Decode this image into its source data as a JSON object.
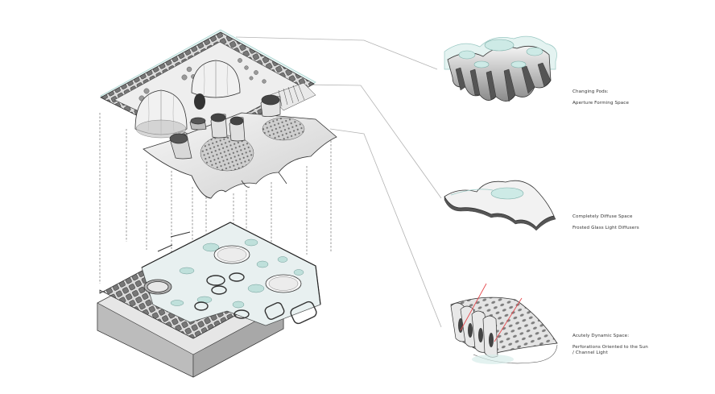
{
  "labels": {
    "pods": {
      "heading": "Changing Pods:",
      "subheading": "Aperture Forming Space"
    },
    "diffuse": {
      "heading": "Completely Diffuse Space",
      "subheading": "Frosted Glass Light Diffusers"
    },
    "dynamic": {
      "heading": "Acutely Dynamic Space:",
      "subheading_line1": "Perforations Oriented to the Sun",
      "subheading_line2": "/ Channel Light"
    }
  },
  "colors": {
    "stroke": "#3a3a3a",
    "fill_light": "#eeeeee",
    "fill_mid": "#cfcfcf",
    "fill_dark": "#7a7a7a",
    "glass": "#cfeae6",
    "sun_ray": "#e5484d",
    "leader": "#9a9a9a"
  }
}
